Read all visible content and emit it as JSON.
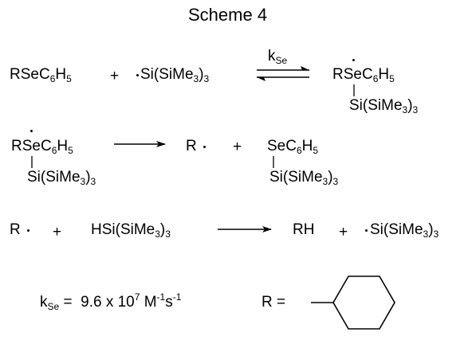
{
  "title": "Scheme 4",
  "reaction1": {
    "reactant_a": {
      "main": "RSeC",
      "sub1": "6",
      "mid": "H",
      "sub2": "5"
    },
    "plus": "+",
    "reactant_b": {
      "pre": "Si(SiMe",
      "sub": "3",
      "post": ")",
      "sub2": "3"
    },
    "rate_label": {
      "main": "k",
      "sub": "Se"
    },
    "product": {
      "main": "RSeC",
      "sub1": "6",
      "mid": "H",
      "sub2": "5",
      "bottom": {
        "pre": "Si(SiMe",
        "sub": "3",
        "post": ")",
        "sub2": "3"
      }
    }
  },
  "reaction2": {
    "reactant": {
      "main": "RSeC",
      "sub1": "6",
      "mid": "H",
      "sub2": "5",
      "bottom": {
        "pre": "Si(SiMe",
        "sub": "3",
        "post": ")",
        "sub2": "3"
      }
    },
    "product_a": "R",
    "plus": "+",
    "product_b": {
      "main": "SeC",
      "sub1": "6",
      "mid": "H",
      "sub2": "5",
      "bottom": {
        "pre": "Si(SiMe",
        "sub": "3",
        "post": ")",
        "sub2": "3"
      }
    }
  },
  "reaction3": {
    "reactant_a": "R",
    "plus1": "+",
    "reactant_b": {
      "pre": "HSi(SiMe",
      "sub": "3",
      "post": ")",
      "sub2": "3"
    },
    "product_a": "RH",
    "plus2": "+",
    "product_b": {
      "pre": "Si(SiMe",
      "sub": "3",
      "post": ")",
      "sub2": "3"
    }
  },
  "rate_constant": {
    "k": "k",
    "k_sub": "Se",
    "eq": "=",
    "value": "9.6 x 10",
    "exp": "7",
    "unit_m": "M",
    "m_exp": "-1",
    "unit_s": "s",
    "s_exp": "-1"
  },
  "r_definition": {
    "label": "R ="
  }
}
